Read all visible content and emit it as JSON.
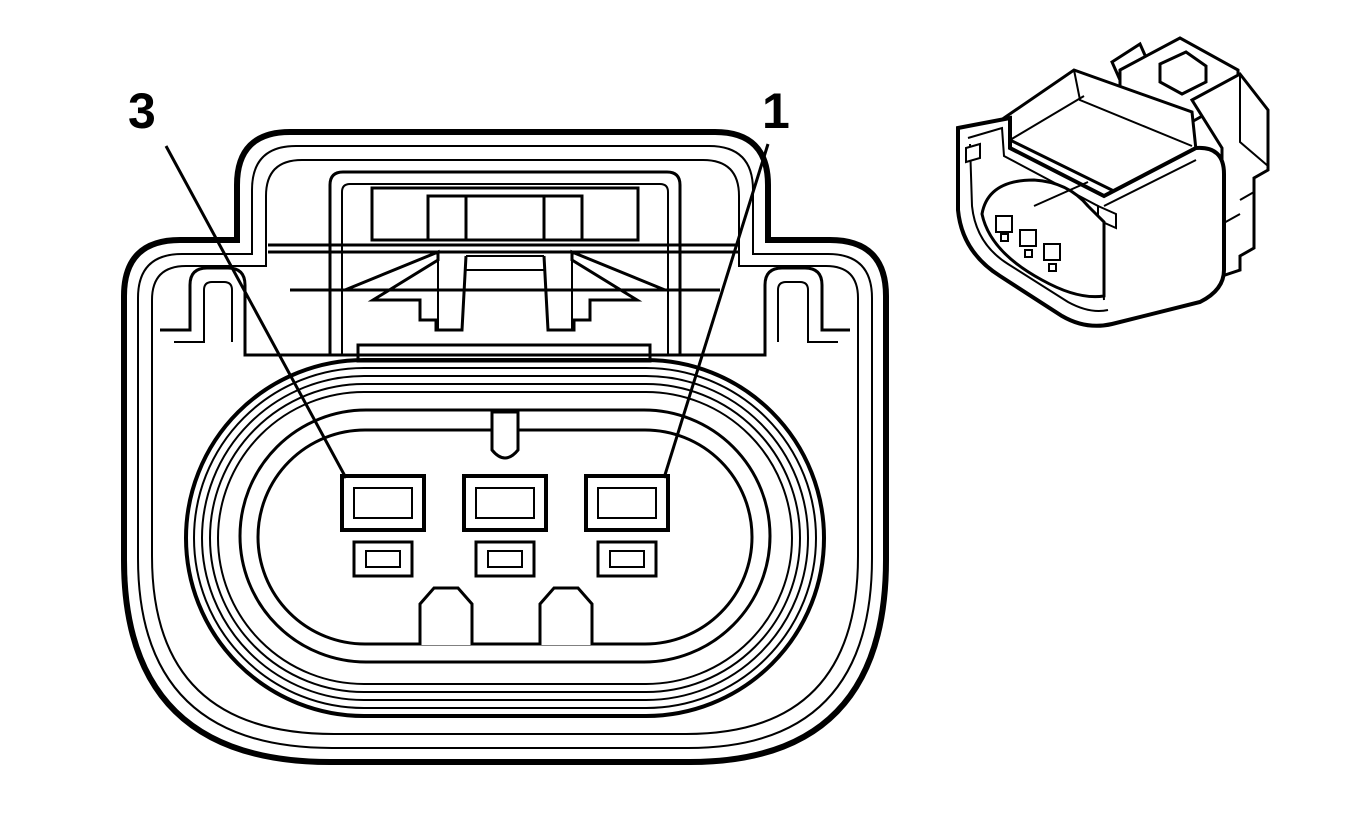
{
  "diagram": {
    "line_color": "#000000",
    "background": "#ffffff",
    "callouts": [
      {
        "label": "3",
        "points_to": "cavity-3"
      },
      {
        "label": "1",
        "points_to": "cavity-1"
      }
    ],
    "connector_face": {
      "cavity_count": 3,
      "locating_keys": 2
    },
    "icons": [
      "connector-face-view",
      "connector-isometric-view"
    ]
  }
}
